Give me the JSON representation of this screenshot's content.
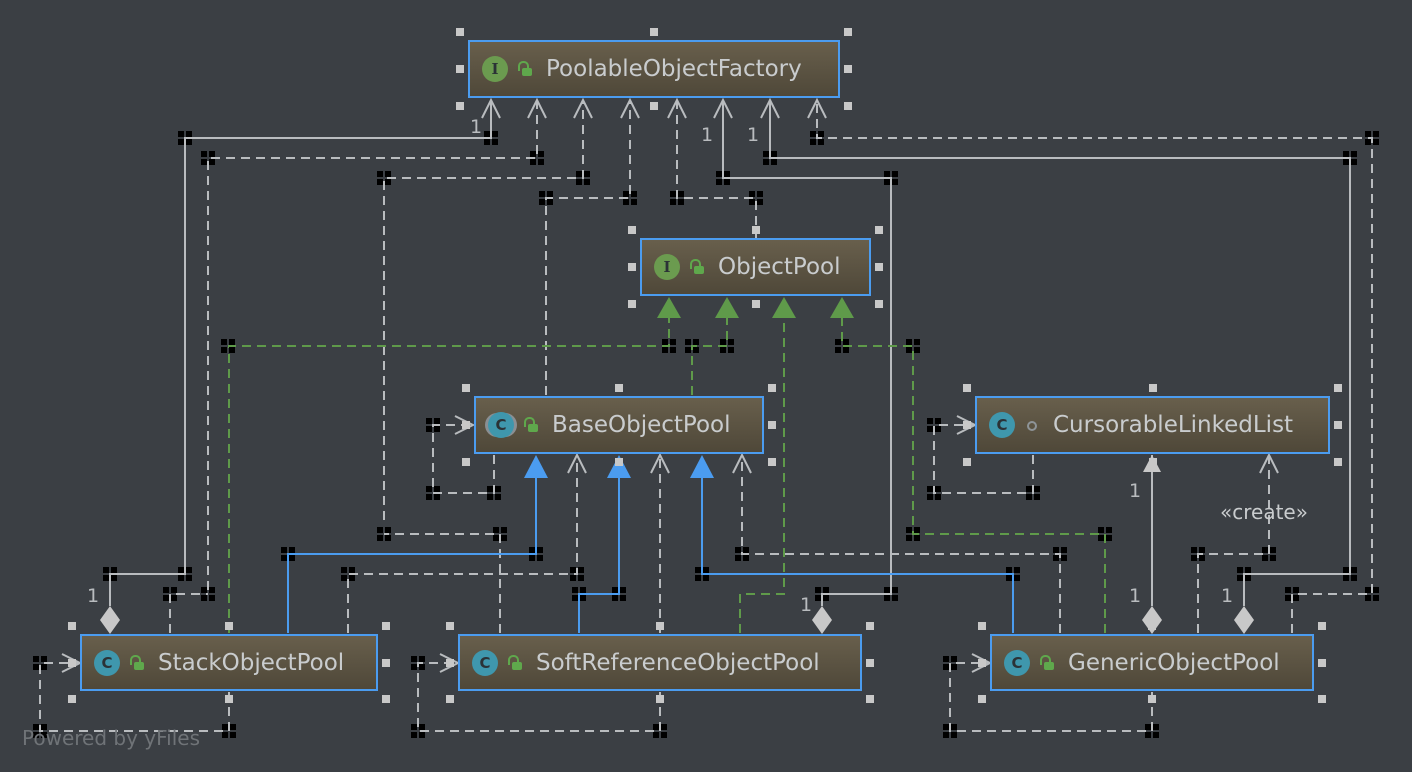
{
  "diagram": {
    "nodes": [
      {
        "id": "PoolableObjectFactory",
        "label": "PoolableObjectFactory",
        "kind": "interface",
        "kind_icon": "I",
        "visibility": "public"
      },
      {
        "id": "ObjectPool",
        "label": "ObjectPool",
        "kind": "interface",
        "kind_icon": "I",
        "visibility": "public"
      },
      {
        "id": "BaseObjectPool",
        "label": "BaseObjectPool",
        "kind": "abstract-class",
        "kind_icon": "C",
        "visibility": "public"
      },
      {
        "id": "CursorableLinkedList",
        "label": "CursorableLinkedList",
        "kind": "class",
        "kind_icon": "C",
        "visibility": "package-private"
      },
      {
        "id": "StackObjectPool",
        "label": "StackObjectPool",
        "kind": "class",
        "kind_icon": "C",
        "visibility": "public"
      },
      {
        "id": "SoftReferenceObjectPool",
        "label": "SoftReferenceObjectPool",
        "kind": "class",
        "kind_icon": "C",
        "visibility": "public"
      },
      {
        "id": "GenericObjectPool",
        "label": "GenericObjectPool",
        "kind": "class",
        "kind_icon": "C",
        "visibility": "public"
      }
    ],
    "edges": [
      {
        "from": "StackObjectPool",
        "to": "PoolableObjectFactory",
        "type": "aggregation",
        "multiplicity_target": "1",
        "multiplicity_source": "1"
      },
      {
        "from": "SoftReferenceObjectPool",
        "to": "PoolableObjectFactory",
        "type": "aggregation",
        "multiplicity_target": "1",
        "multiplicity_source": "1"
      },
      {
        "from": "GenericObjectPool",
        "to": "PoolableObjectFactory",
        "type": "aggregation",
        "multiplicity_target": "1",
        "multiplicity_source": "1"
      },
      {
        "from": "GenericObjectPool",
        "to": "CursorableLinkedList",
        "type": "aggregation",
        "multiplicity_target": "1",
        "multiplicity_source": "1"
      },
      {
        "from": "GenericObjectPool",
        "to": "CursorableLinkedList",
        "type": "dependency",
        "stereotype": "«create»"
      },
      {
        "from": "StackObjectPool",
        "to": "PoolableObjectFactory",
        "type": "dependency"
      },
      {
        "from": "BaseObjectPool",
        "to": "PoolableObjectFactory",
        "type": "dependency"
      },
      {
        "from": "ObjectPool",
        "to": "PoolableObjectFactory",
        "type": "dependency"
      },
      {
        "from": "SoftReferenceObjectPool",
        "to": "PoolableObjectFactory",
        "type": "dependency"
      },
      {
        "from": "GenericObjectPool",
        "to": "PoolableObjectFactory",
        "type": "dependency"
      },
      {
        "from": "BaseObjectPool",
        "to": "ObjectPool",
        "type": "realization"
      },
      {
        "from": "StackObjectPool",
        "to": "ObjectPool",
        "type": "realization"
      },
      {
        "from": "SoftReferenceObjectPool",
        "to": "ObjectPool",
        "type": "realization"
      },
      {
        "from": "GenericObjectPool",
        "to": "ObjectPool",
        "type": "realization"
      },
      {
        "from": "StackObjectPool",
        "to": "BaseObjectPool",
        "type": "generalization"
      },
      {
        "from": "SoftReferenceObjectPool",
        "to": "BaseObjectPool",
        "type": "generalization"
      },
      {
        "from": "GenericObjectPool",
        "to": "BaseObjectPool",
        "type": "generalization"
      },
      {
        "from": "StackObjectPool",
        "to": "BaseObjectPool",
        "type": "dependency"
      },
      {
        "from": "SoftReferenceObjectPool",
        "to": "BaseObjectPool",
        "type": "dependency"
      },
      {
        "from": "GenericObjectPool",
        "to": "BaseObjectPool",
        "type": "dependency"
      },
      {
        "from": "BaseObjectPool",
        "to": "BaseObjectPool",
        "type": "self-dependency"
      },
      {
        "from": "CursorableLinkedList",
        "to": "CursorableLinkedList",
        "type": "self-dependency"
      },
      {
        "from": "StackObjectPool",
        "to": "StackObjectPool",
        "type": "self-dependency"
      },
      {
        "from": "SoftReferenceObjectPool",
        "to": "SoftReferenceObjectPool",
        "type": "self-dependency"
      },
      {
        "from": "GenericObjectPool",
        "to": "GenericObjectPool",
        "type": "self-dependency"
      }
    ],
    "labels": {
      "multiplicity": "1",
      "create_stereotype": "«create»"
    },
    "colors": {
      "background": "#3b3f44",
      "node_border": "#4b9cf0",
      "node_fill": "#5c5443",
      "node_text": "#c9ccce",
      "interface_badge": "#6b9b4f",
      "class_badge": "#3f97ad",
      "visibility_public": "#5fa84c",
      "dependency_line": "#b9bcbf",
      "realization_line": "#5f9a4a",
      "generalization_line": "#4b9cf0",
      "bend_marker": "#000000",
      "handle": "#c8c8c8"
    }
  },
  "footer": {
    "watermark": "Powered by yFiles"
  }
}
